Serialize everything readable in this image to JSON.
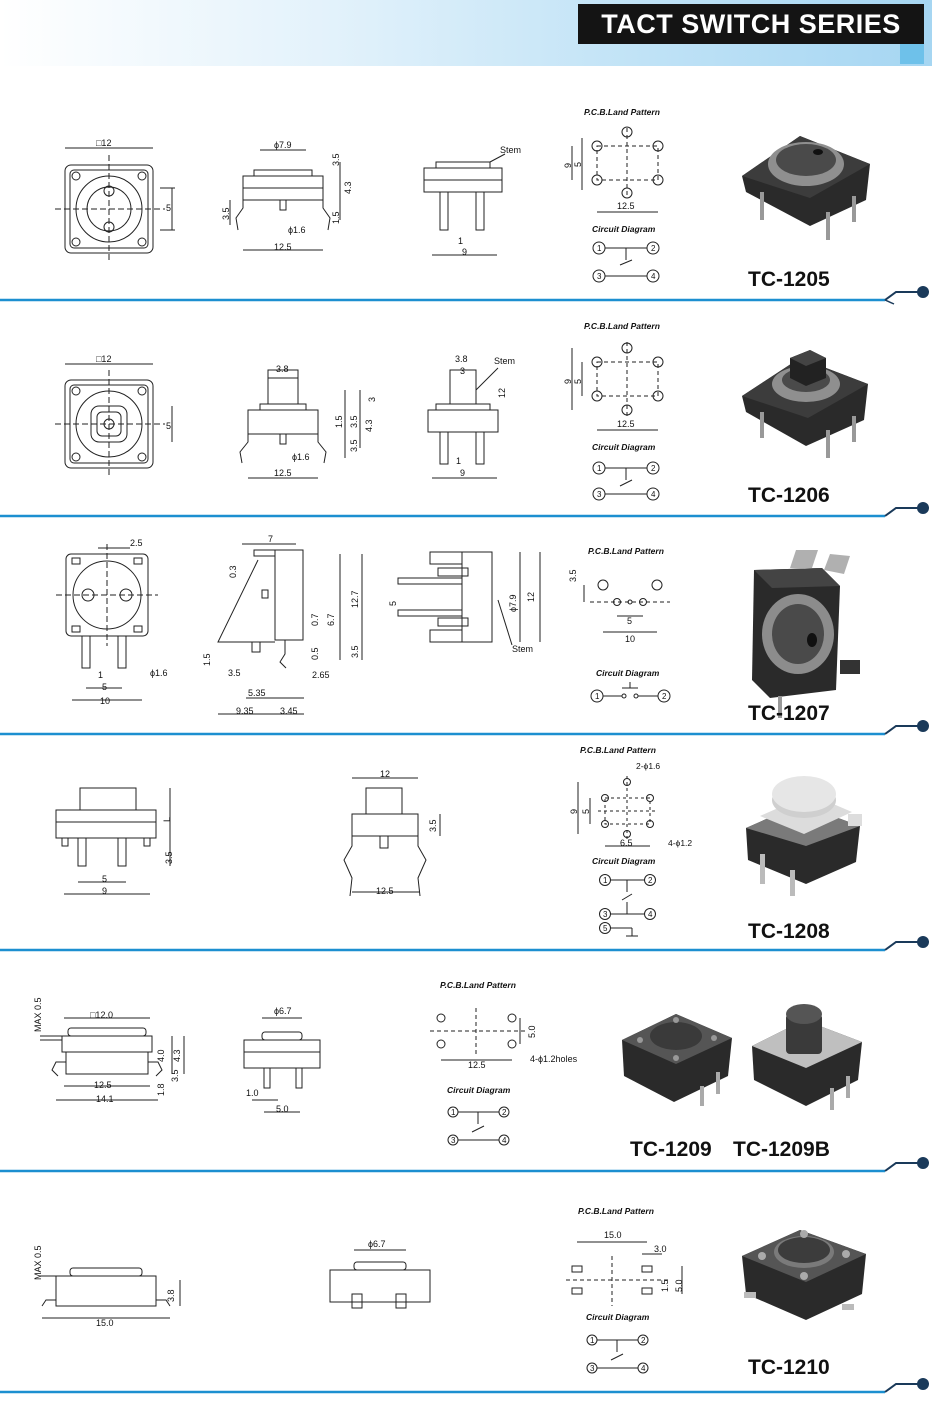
{
  "header": {
    "title": "TACT SWITCH SERIES"
  },
  "labels": {
    "pcb": "P.C.B.Land Pattern",
    "circuit": "Circuit Diagram",
    "stem": "Stem"
  },
  "models": {
    "m1205": "TC-1205",
    "m1206": "TC-1206",
    "m1207": "TC-1207",
    "m1208": "TC-1208",
    "m1209": "TC-1209",
    "m1209b": "TC-1209B",
    "m1210": "TC-1210"
  },
  "dims": {
    "sq12": "□12",
    "sq120": "□12.0",
    "phi79": "ϕ7.9",
    "phi67": "ϕ6.7",
    "phi16": "ϕ1.6",
    "phi16b": "2-ϕ1.6",
    "phi12": "4-ϕ1.2",
    "phi12holes": "4-ϕ1.2holes",
    "d5": "5",
    "d9": "9",
    "d125": "12.5",
    "d35": "3.5",
    "d43": "4.3",
    "d15": "1.5",
    "d1": "1",
    "d38": "3.8",
    "d3": "3",
    "d12": "12",
    "d25": "2.5",
    "d7": "7",
    "d03": "0.3",
    "d127": "12.7",
    "d67": "6.7",
    "d07": "0.7",
    "d05": "0.5",
    "d535": "5.35",
    "d265": "2.65",
    "d935": "9.35",
    "d345": "3.45",
    "d10": "10",
    "dL": "L",
    "d65": "6.5",
    "max05": "MAX 0.5",
    "d40": "4.0",
    "d18": "1.8",
    "d141": "14.1",
    "d10b": "1.0",
    "d50": "5.0",
    "d150": "15.0",
    "d30": "3.0",
    "d15b": "1.5"
  },
  "pins": {
    "p1": "1",
    "p2": "2",
    "p3": "3",
    "p4": "4",
    "p5": "5"
  }
}
